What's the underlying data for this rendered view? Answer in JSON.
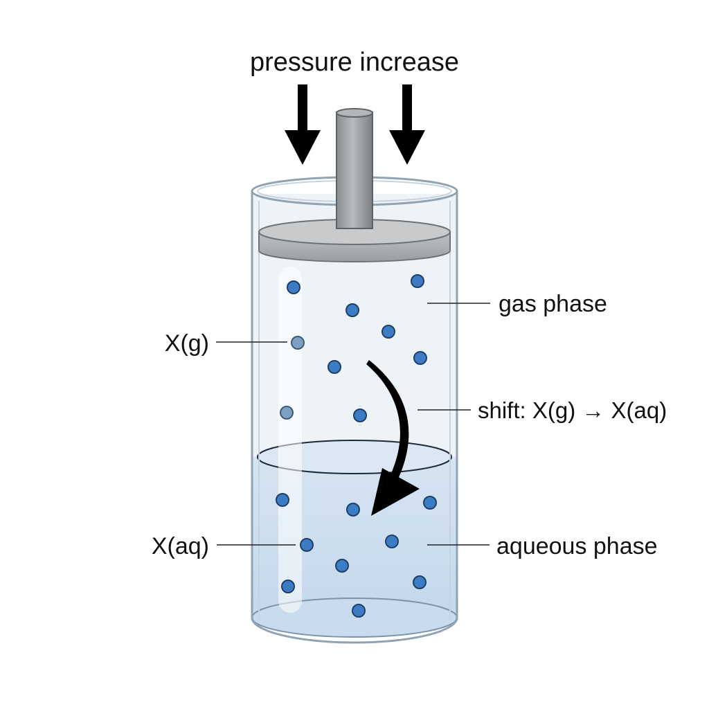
{
  "diagram": {
    "title": "pressure increase",
    "labels": {
      "gas_phase": "gas phase",
      "shift": "shift: X(g) → X(aq)",
      "aqueous_phase": "aqueous phase",
      "x_gas": "X(g)",
      "x_aq": "X(aq)"
    },
    "icons": {
      "pressure_arrows": "down-arrow-icon",
      "shift_arrow": "curved-arrow-icon",
      "molecule": "circle-dot-icon"
    },
    "colors": {
      "molecule_fill": "#3b7cc4",
      "molecule_stroke": "#1f3f66",
      "gas_region": "#eef3f8",
      "liquid_region": "#cfdfee",
      "glass_edge": "#8fa3b5",
      "piston": "#a6a8aa",
      "rod": "#8e9194",
      "arrow": "#000000"
    }
  }
}
